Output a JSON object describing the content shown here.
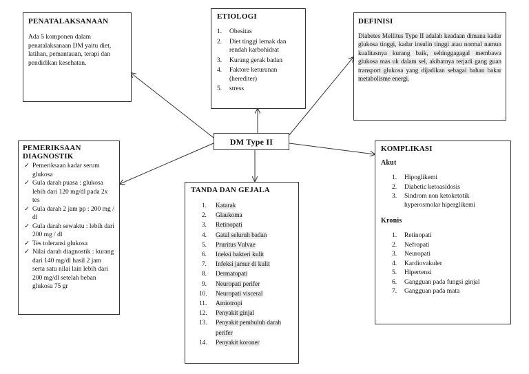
{
  "center": {
    "title": "DM Type II"
  },
  "penatalaksanaan": {
    "title": "PENATALAKSANAAN",
    "text": "Ada 5 komponen dalam penatalaksanaan DM yaitu diet, latihan, pemantauan, terapi dan pendidikan kesehatan."
  },
  "etiologi": {
    "title": "ETIOLOGI",
    "items": [
      {
        "n": "1.",
        "t": "Obesitas"
      },
      {
        "n": "2.",
        "t": "Diet tinggi lemak dan rendah karbohidrat"
      },
      {
        "n": "3.",
        "t": "Kurang gerak badan"
      },
      {
        "n": "4.",
        "t": "Faktore keturunan (herediter)"
      },
      {
        "n": "5.",
        "t": "stress"
      }
    ]
  },
  "definisi": {
    "title": "DEFINISI",
    "text": "Diabetes Mellitus Type II adalah keadaan dimana kadar glukosa tinggi, kadar insulin tinggi atau normal namun kualitasnya kurang baik, sehinggagagal membawa glukosa mas uk dalam sel, akibatnya terjadi gang guan transport glukosa yang dijadikan sebagai bahan bakar metabolisme energi."
  },
  "pemeriksaan": {
    "title": "PEMERIKSAAN DIAGNOSTIK",
    "items": [
      "Pemeriksaan kadar serum glukosa",
      "Gula darah puasa : glukosa lebih dari 120 mg/dl pada 2x tes",
      "Gula darah 2 jam pp : 200 mg / dl",
      "Gula darah sewaktu : lebih dari 200 mg / dl",
      "Tes toleransi glukosa",
      "Nilai darah diagnostik : kurang dari 140 mg/dl hasil 2 jam serta satu nilai lain lebih dari 200 mg/dl setelah beban glukosa 75 gr"
    ]
  },
  "tanda": {
    "title": "TANDA DAN GEJALA",
    "items": [
      {
        "n": "1.",
        "t": "Katarak"
      },
      {
        "n": "2.",
        "t": "Glaukoma"
      },
      {
        "n": "3.",
        "t": "Retinopati"
      },
      {
        "n": "4.",
        "t": "Gatal seluruh badan"
      },
      {
        "n": "5.",
        "t": "Pruritus Vulvae"
      },
      {
        "n": "6.",
        "t": "Ineksi bakteri kulit"
      },
      {
        "n": "7.",
        "t": "Infeksi jamur di kulit"
      },
      {
        "n": "8.",
        "t": "Dermatopati"
      },
      {
        "n": "9.",
        "t": "Neuropati perifer"
      },
      {
        "n": "10.",
        "t": "Neuropati visceral"
      },
      {
        "n": "11.",
        "t": "Amiotropi"
      },
      {
        "n": "12.",
        "t": "Penyakit ginjal"
      },
      {
        "n": "13.",
        "t": "Penyakit pembuluh darah perifer"
      },
      {
        "n": "14.",
        "t": "Penyakit koroner"
      }
    ]
  },
  "komplikasi": {
    "title": "KOMPLIKASI",
    "akut_label": "Akut",
    "akut": [
      {
        "n": "1.",
        "t": "Hipoglikemi"
      },
      {
        "n": "2.",
        "t": "Diabetic ketoasidosis"
      },
      {
        "n": "3.",
        "t": "Sindrom non ketoketotik hyperosmolar hiperglikemi"
      }
    ],
    "kronis_label": "Kronis",
    "kronis": [
      {
        "n": "1.",
        "t": "Retinopati"
      },
      {
        "n": "2.",
        "t": "Nefropati"
      },
      {
        "n": "3.",
        "t": "Neuropati"
      },
      {
        "n": "4.",
        "t": "Kardiovakuler"
      },
      {
        "n": "5.",
        "t": "Hipertensi"
      },
      {
        "n": "6.",
        "t": "Gangguan pada fungsi ginjal"
      },
      {
        "n": "7.",
        "t": "Gangguan pada mata"
      }
    ]
  }
}
